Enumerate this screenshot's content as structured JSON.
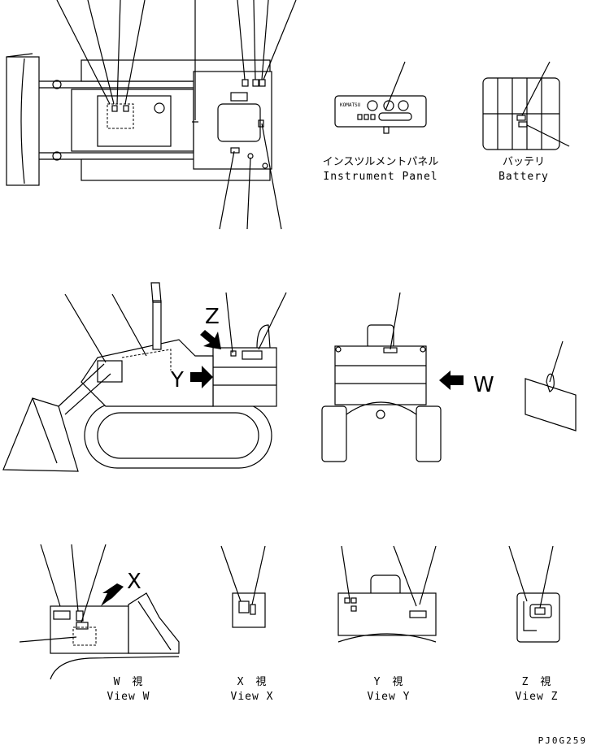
{
  "labels": {
    "instrument_panel_jp": "インスツルメントパネル",
    "instrument_panel_en": "Instrument Panel",
    "battery_jp": "バッテリ",
    "battery_en": "Battery",
    "view_w_jp": "W　視",
    "view_w_en": "View W",
    "view_x_jp": "X　視",
    "view_x_en": "View X",
    "view_y_jp": "Y　視",
    "view_y_en": "View Y",
    "view_z_jp": "Z　視",
    "view_z_en": "View Z",
    "arrow_x": "X",
    "arrow_y": "Y",
    "arrow_z": "Z",
    "arrow_w": "W",
    "drawing_code": "PJ0G259",
    "brand_mark": "KOMATSU"
  }
}
